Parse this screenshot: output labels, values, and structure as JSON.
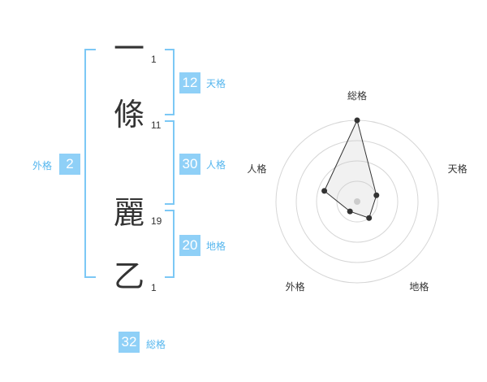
{
  "characters": [
    {
      "char": "一",
      "strokes": "1"
    },
    {
      "char": "條",
      "strokes": "11"
    },
    {
      "char": "麗",
      "strokes": "19"
    },
    {
      "char": "乙",
      "strokes": "1"
    }
  ],
  "kaku": {
    "tenkaku": {
      "value": "12",
      "label": "天格"
    },
    "jinkaku": {
      "value": "30",
      "label": "人格"
    },
    "chikaku": {
      "value": "20",
      "label": "地格"
    },
    "gaikaku": {
      "value": "2",
      "label": "外格"
    },
    "soukaku": {
      "value": "32",
      "label": "総格"
    }
  },
  "colors": {
    "accent": "#8fd0f7",
    "bracket": "#7cc8f5",
    "label": "#55b6ee"
  },
  "chart_data": {
    "type": "radar",
    "axes": [
      "総格",
      "天格",
      "地格",
      "外格",
      "人格"
    ],
    "scale_max": 4,
    "rings": 4,
    "values": [
      4,
      1,
      1,
      0.6,
      1.7
    ]
  }
}
